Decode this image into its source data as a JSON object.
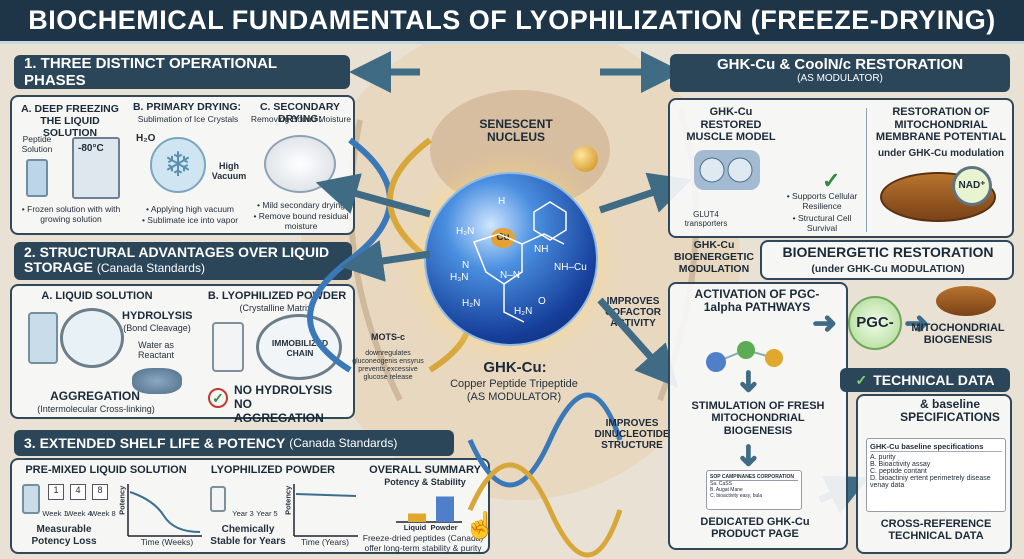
{
  "title": "BIOCHEMICAL FUNDAMENTALS OF LYOPHILIZATION (FREEZE-DRYING)",
  "section1": {
    "header": "1. THREE DISTINCT OPERATIONAL PHASES",
    "phaseA": {
      "title": "A. DEEP FREEZING THE LIQUID SOLUTION",
      "label1": "Peptide Solution",
      "temp": "-80°C",
      "caption": "• Frozen solution with with growing solution"
    },
    "phaseB": {
      "title": "B. PRIMARY DRYING:",
      "subtitle": "Sublimation of Ice Crystals",
      "h2o": "H₂O",
      "vac": "High Vacuum",
      "caption1": "• Applying high vacuum",
      "caption2": "• Sublimate ice into vapor"
    },
    "phaseC": {
      "title": "C. SECONDARY DRYING:",
      "subtitle": "Removing Bound Moisture",
      "caption1": "• Mild secondary drying",
      "caption2": "• Remove bound residual moisture"
    }
  },
  "section2": {
    "header": "2. STRUCTURAL ADVANTAGES OVER LIQUID STORAGE",
    "header_note": "(Canada Standards)",
    "liquid": {
      "title": "A. LIQUID SOLUTION",
      "hydrolysis": "HYDROLYSIS",
      "bond": "(Bond Cleavage)",
      "water": "Water as Reactant",
      "aggregation": "AGGREGATION",
      "aggregation_note": "(Intermolecular Cross-linking)"
    },
    "powder": {
      "title": "B. LYOPHILIZED POWDER",
      "subtitle": "(Crystalline Matrix)",
      "chain": "IMMOBILIZED CHAIN",
      "result1": "NO HYDROLYSIS",
      "result2": "NO AGGREGATION"
    }
  },
  "section3": {
    "header": "3. EXTENDED SHELF LIFE & POTENCY",
    "header_note": "(Canada Standards)",
    "premixed": {
      "title": "PRE-MIXED LIQUID SOLUTION",
      "weeks": [
        "Week 1",
        "Week 4",
        "Week 8"
      ],
      "cal": [
        "1",
        "4",
        "8"
      ],
      "ylabel": "Potency",
      "xlabel": "Time (Weeks)",
      "caption": "Measurable Potency Loss"
    },
    "lyo": {
      "title": "LYOPHILIZED POWDER",
      "years": [
        "Year 3",
        "Year 5"
      ],
      "ylabel": "Potency",
      "xlabel": "Time (Years)",
      "caption": "Chemically Stable for Years"
    },
    "summary": {
      "title": "OVERALL SUMMARY",
      "subtitle": "Potency & Stability",
      "bars": [
        "Liquid",
        "Powder"
      ],
      "bar_values": [
        0.25,
        0.75
      ],
      "caption": "Freeze-dried peptides (Canada) offer long-term stability & purity"
    }
  },
  "center": {
    "nucleus": "SENESCENT NUCLEUS",
    "cu": "Cu",
    "name": "GHK-Cu:",
    "desc": "Copper Peptide Tripeptide",
    "mod": "(AS MODULATOR)",
    "mots_title": "MOTS-c",
    "mots_text": "downregulates gluconeogenis ensyrus prevents excessive glucose release",
    "improves1": "IMPROVES COFACTOR ACTIVITY",
    "improves2": "IMPROVES DINUCLEOTIDE STRUCTURE",
    "chem_labels": [
      "H₂N",
      "H₃N",
      "N",
      "H₂N",
      "N–N",
      "NH",
      "H",
      "NH–Cu",
      "O",
      "H₂N"
    ]
  },
  "right1": {
    "header": "GHK-Cu & CoolN/c RESTORATION",
    "header_sub": "(AS MODULATOR)",
    "muscle": {
      "title": "GHK-Cu RESTORED MUSCLE MODEL",
      "glut": "GLUT4 transporters",
      "b1": "• Supports Cellular Resilience",
      "b2": "• Structural Cell Survival"
    },
    "membrane": {
      "title": "RESTORATION OF MITOCHONDRIAL MEMBRANE POTENTIAL",
      "sub": "under GHK-Cu modulation",
      "nad": "NAD⁺"
    }
  },
  "right2": {
    "left_label": "GHK-Cu BIOENERGETIC MODULATION",
    "header": "BIOENERGETIC RESTORATION",
    "header_sub": "(under GHK-Cu MODULATION)",
    "activation": "ACTIVATION OF PGC-1alpha PATHWAYS",
    "pgc": "PGC-",
    "biogenesis": "MITOCHONDRIAL BIOGENESIS",
    "stimulation": "STIMULATION OF FRESH MITOCHONDRIAL BIOGENESIS",
    "doc_title": "SOP CAMPINANES CORPORATION",
    "doc_lines": [
      "Sa. CaSS",
      "B. Augat Mane",
      "C. bioactivity easy, bula"
    ],
    "product": "DEDICATED GHK-Cu PRODUCT PAGE"
  },
  "technical": {
    "header": "TECHNICAL DATA",
    "baseline": "& baseline SPECIFICATIONS",
    "card_title": "GHK-Cu baseline specifications",
    "items": [
      "A. purity",
      "B. Bioactivity assay",
      "C. peptide contant",
      "D. bioactiniy ertent perimetrely disease venay data"
    ],
    "cross": "CROSS-REFERENCE TECHNICAL DATA"
  },
  "colors": {
    "navy": "#1e3447",
    "teal": "#2c4659",
    "accent": "#2f8a3c",
    "gold": "#d89a22"
  }
}
